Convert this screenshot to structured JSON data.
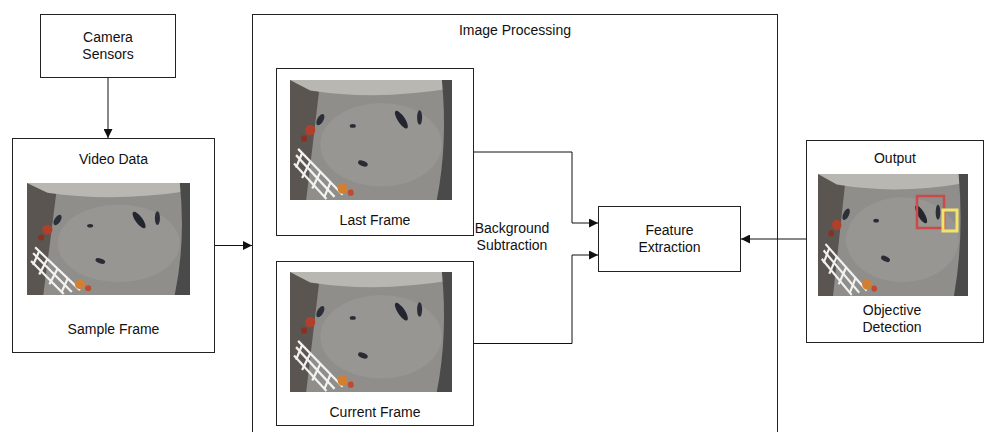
{
  "diagram": {
    "nodes": [
      {
        "text": [
          "Camera Sensors"
        ]
      },
      {
        "text": [
          "Video Data",
          "Sample Frame"
        ]
      },
      {
        "text": [
          "Image Processing"
        ]
      },
      {
        "text": [
          "Last Frame"
        ],
        "in": 2
      },
      {
        "text": [
          "Current Frame"
        ],
        "in": 2
      },
      {
        "text": [
          "Feature Extraction"
        ],
        "in": 2
      },
      {
        "text": [
          "Output",
          "Objective Detection"
        ]
      }
    ],
    "edges": [
      {
        "from": 0,
        "to": 1,
        "arrow": "to"
      },
      {
        "from": 1,
        "to": 2,
        "arrow": "to"
      },
      {
        "from": 3,
        "to": 5,
        "arrow": "to"
      },
      {
        "from": 4,
        "to": 5,
        "arrow": "to"
      },
      {
        "from": 6,
        "to": 5,
        "arrow": "to"
      }
    ],
    "labels": [
      "Background Subtraction"
    ]
  }
}
